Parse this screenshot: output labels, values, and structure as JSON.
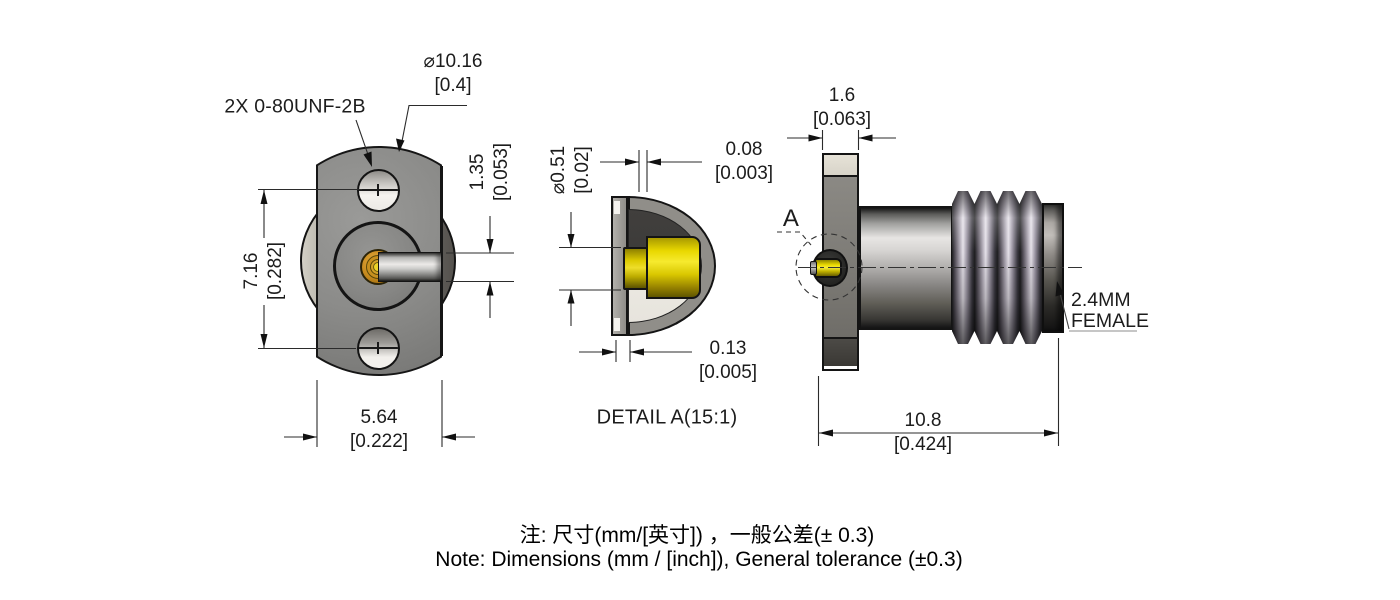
{
  "drawing": {
    "front_view": {
      "thread_callout": "2X 0-80UNF-2B",
      "flange_diameter_mm": "⌀10.16",
      "flange_diameter_in": "[0.4]",
      "hole_spacing_mm": "7.16",
      "hole_spacing_in": "[0.282]",
      "pin_boss_mm": "1.35",
      "pin_boss_in": "[0.053]",
      "flange_width_mm": "5.64",
      "flange_width_in": "[0.222]"
    },
    "detail_view": {
      "title": "DETAIL A(15:1)",
      "pin_diameter_mm": "⌀0.51",
      "pin_diameter_in": "[0.02]",
      "front_gap_mm": "0.08",
      "front_gap_in": "[0.003]",
      "rear_gap_mm": "0.13",
      "rear_gap_in": "[0.005]"
    },
    "side_view": {
      "flange_thickness_mm": "1.6",
      "flange_thickness_in": "[0.063]",
      "overall_length_mm": "10.8",
      "overall_length_in": "[0.424]",
      "detail_marker": "A",
      "connector_line1": "2.4MM",
      "connector_line2": "FEMALE"
    },
    "notes": {
      "line1_zh": "注: 尺寸(mm/[英寸]) ，一般公差(± 0.3)",
      "line2_en": "Note: Dimensions (mm / [inch]), General tolerance (±0.3)"
    },
    "colors": {
      "pin_gold": "#e8cf1e",
      "contact_orange": "#c8861b",
      "metal_grey": "#8a8a88",
      "thread_tint": "#9a94a2",
      "line_color": "#1a1a1a"
    }
  }
}
